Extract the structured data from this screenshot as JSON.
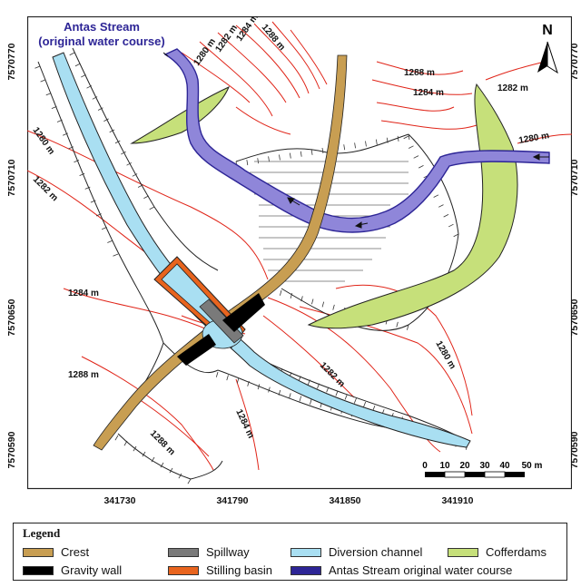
{
  "map": {
    "north_label": "N",
    "stream_title_line1": "Antas Stream",
    "stream_title_line2": "(original water course)",
    "x_ticks": [
      "341730",
      "341790",
      "341850",
      "341910"
    ],
    "y_ticks": [
      "7570770",
      "7570710",
      "7570650",
      "7570590"
    ],
    "contour_labels": [
      "1280 m",
      "1282 m",
      "1284 m",
      "1288 m",
      "1288 m",
      "1284 m",
      "1282 m",
      "1280 m",
      "1280 m",
      "1282 m",
      "1284 m",
      "1288 m",
      "1288 m",
      "1284 m",
      "1282 m",
      "1280 m"
    ],
    "scale": {
      "ticks": [
        "0",
        "10",
        "20",
        "30",
        "40",
        "50 m"
      ]
    }
  },
  "legend": {
    "title": "Legend",
    "items": [
      {
        "label": "Crest",
        "color": "#c89e52"
      },
      {
        "label": "Spillway",
        "color": "#7a7a7a"
      },
      {
        "label": "Diversion channel",
        "color": "#a9dff2"
      },
      {
        "label": "Cofferdams",
        "color": "#c6e07a"
      },
      {
        "label": "Gravity wall",
        "color": "#000000"
      },
      {
        "label": "Stilling basin",
        "color": "#e8641e"
      },
      {
        "label": "Antas Stream original water course",
        "color": "#2d2596"
      }
    ]
  },
  "colors": {
    "contour": "#e02418",
    "stream": "#8f86d9",
    "stream_outline": "#2d2596",
    "crest": "#c89e52",
    "diversion_channel": "#a9dff2",
    "cofferdam": "#c6e07a",
    "stilling_basin": "#e8641e",
    "spillway": "#7a7a7a",
    "gravity_wall": "#000000"
  }
}
